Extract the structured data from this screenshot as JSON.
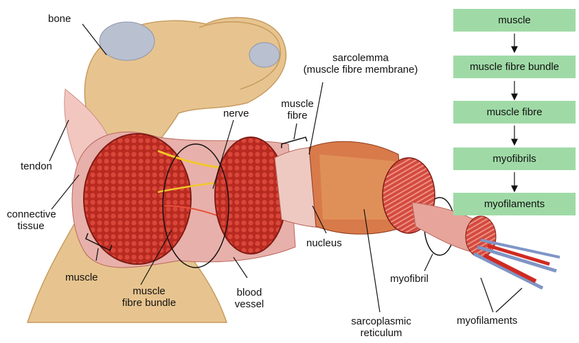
{
  "labels": {
    "bone": "bone",
    "tendon": "tendon",
    "connective_tissue_line1": "connective",
    "connective_tissue_line2": "tissue",
    "muscle": "muscle",
    "muscle_fibre_bundle_line1": "muscle",
    "muscle_fibre_bundle_line2": "fibre bundle",
    "nerve": "nerve",
    "blood_vessel_line1": "blood",
    "blood_vessel_line2": "vessel",
    "muscle_fibre_line1": "muscle",
    "muscle_fibre_line2": "fibre",
    "sarcolemma_line1": "sarcolemma",
    "sarcolemma_line2": "(muscle fibre membrane)",
    "nucleus": "nucleus",
    "sarcoplasmic_reticulum_line1": "sarcoplasmic",
    "sarcoplasmic_reticulum_line2": "reticulum",
    "myofibril": "myofibril",
    "myofilaments": "myofilaments"
  },
  "flowchart": [
    "muscle",
    "muscle fibre bundle",
    "muscle fibre",
    "myofibrils",
    "myofilaments"
  ],
  "colors": {
    "flow_box": "#9fdaa6",
    "bone": "#e7c48f",
    "cartilage": "#b9c0d0",
    "muscle_red": "#c83a2c",
    "muscle_light": "#e8b0aa",
    "nerve": "#f2c82a",
    "myofilament_blue": "#7f95c6"
  }
}
